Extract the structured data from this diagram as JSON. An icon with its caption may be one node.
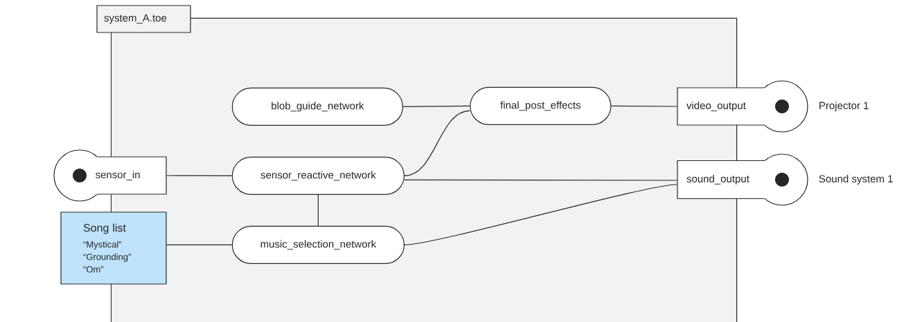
{
  "diagram": {
    "nodes": [
      {
        "text": [
          "system_A.toe"
        ]
      },
      {
        "text": [
          "blob_guide_network"
        ],
        "in": 0
      },
      {
        "text": [
          "final_post_effects"
        ],
        "in": 0
      },
      {
        "text": [
          "video_output"
        ],
        "beside": [
          "Projector 1"
        ]
      },
      {
        "text": [
          "sensor_in"
        ]
      },
      {
        "text": [
          "sensor_reactive_network"
        ],
        "in": 0
      },
      {
        "text": [
          "sound_output"
        ],
        "beside": [
          "Sound system 1"
        ]
      },
      {
        "text": [
          "Song list",
          "“Mystical” “Grounding” “Om”"
        ]
      },
      {
        "text": [
          "music_selection_network"
        ],
        "in": 0
      }
    ],
    "edges": [
      {
        "from": 1,
        "to": 2,
        "arrow": "none"
      },
      {
        "from": 2,
        "to": 3,
        "arrow": "none"
      },
      {
        "from": 5,
        "to": 2,
        "arrow": "none"
      },
      {
        "from": 4,
        "to": 5,
        "arrow": "none"
      },
      {
        "from": 5,
        "to": 6,
        "arrow": "none"
      },
      {
        "from": 5,
        "to": 8,
        "arrow": "none"
      },
      {
        "from": 7,
        "to": 8,
        "arrow": "none"
      },
      {
        "from": 8,
        "to": 6,
        "arrow": "none"
      }
    ]
  }
}
